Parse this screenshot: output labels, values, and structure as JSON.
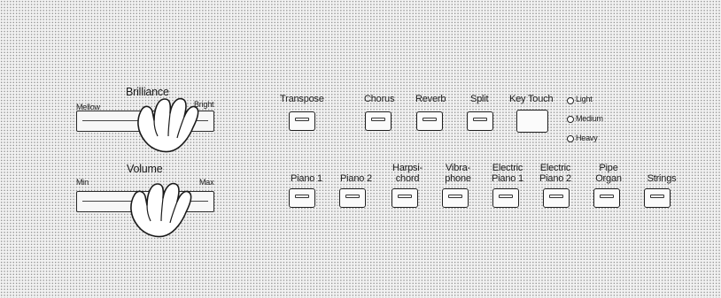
{
  "sliders": {
    "brilliance": {
      "title": "Brilliance",
      "left": "Mellow",
      "right": "Bright"
    },
    "volume": {
      "title": "Volume",
      "left": "Min",
      "right": "Max"
    }
  },
  "effects": {
    "transpose": "Transpose",
    "chorus": "Chorus",
    "reverb": "Reverb",
    "split": "Split",
    "key_touch": "Key Touch",
    "touch_levels": [
      "Light",
      "Medium",
      "Heavy"
    ]
  },
  "voices": [
    {
      "line1": "Piano",
      "line2": "1"
    },
    {
      "line1": "Piano",
      "line2": "2"
    },
    {
      "line1": "Harpsi-",
      "line2": "chord"
    },
    {
      "line1": "Vibra-",
      "line2": "phone"
    },
    {
      "line1": "Electric",
      "line2": "Piano 1"
    },
    {
      "line1": "Electric",
      "line2": "Piano 2"
    },
    {
      "line1": "Pipe",
      "line2": "Organ"
    },
    {
      "line1": "Strings",
      "line2": ""
    }
  ]
}
